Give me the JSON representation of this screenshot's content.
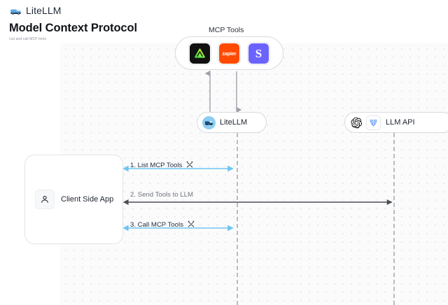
{
  "header": {
    "brand": "LiteLLM",
    "brand_icon": "truck-icon",
    "title": "Model Context Protocol",
    "subtitle": "List and call MCP tools"
  },
  "diagram": {
    "type": "sequence-diagram",
    "background": "#fbfbfc",
    "dot_color": "#e6e7ea",
    "accent_blue": "#6fc5f0",
    "accent_gray": "#6e727a",
    "mcp_group": {
      "label": "MCP Tools",
      "tools": [
        {
          "name": "triangle-tool-icon",
          "icon": "green-triangle",
          "bg": "#111111",
          "label": ""
        },
        {
          "name": "zapier-tool-icon",
          "icon": "zapier-wordmark",
          "bg": "#ff4a00",
          "label": "zapier"
        },
        {
          "name": "slack-tool-icon",
          "icon": "letter-s",
          "bg": "#6c63ff",
          "label": "S"
        }
      ]
    },
    "nodes": [
      {
        "id": "litellm",
        "label": "LiteLLM",
        "icon": "litellm-truck-avatar"
      },
      {
        "id": "llm_api",
        "label": "LLM API",
        "icons": [
          "openai-icon",
          "gemini-icon"
        ]
      },
      {
        "id": "client",
        "label": "Client Side App",
        "icon": "person-icon"
      }
    ],
    "messages": [
      {
        "index": "1",
        "label": "1. List MCP Tools",
        "icon": "tools-icon",
        "color": "#6fc5f0",
        "direction": "bidirectional",
        "from": "client",
        "to": "litellm"
      },
      {
        "index": "2",
        "label": "2. Send Tools to LLM",
        "icon": "",
        "color": "#555a62",
        "direction": "bidirectional",
        "from": "client",
        "to": "llm_api"
      },
      {
        "index": "3",
        "label": "3. Call MCP Tools",
        "icon": "tools-icon",
        "color": "#6fc5f0",
        "direction": "bidirectional",
        "from": "client",
        "to": "litellm"
      }
    ],
    "vertical_links": [
      {
        "name": "list-tools-up-arrow",
        "direction": "up",
        "from": "litellm",
        "to": "mcp_group"
      },
      {
        "name": "call-tools-down-arrow",
        "direction": "down",
        "from": "mcp_group",
        "to": "litellm"
      }
    ]
  }
}
